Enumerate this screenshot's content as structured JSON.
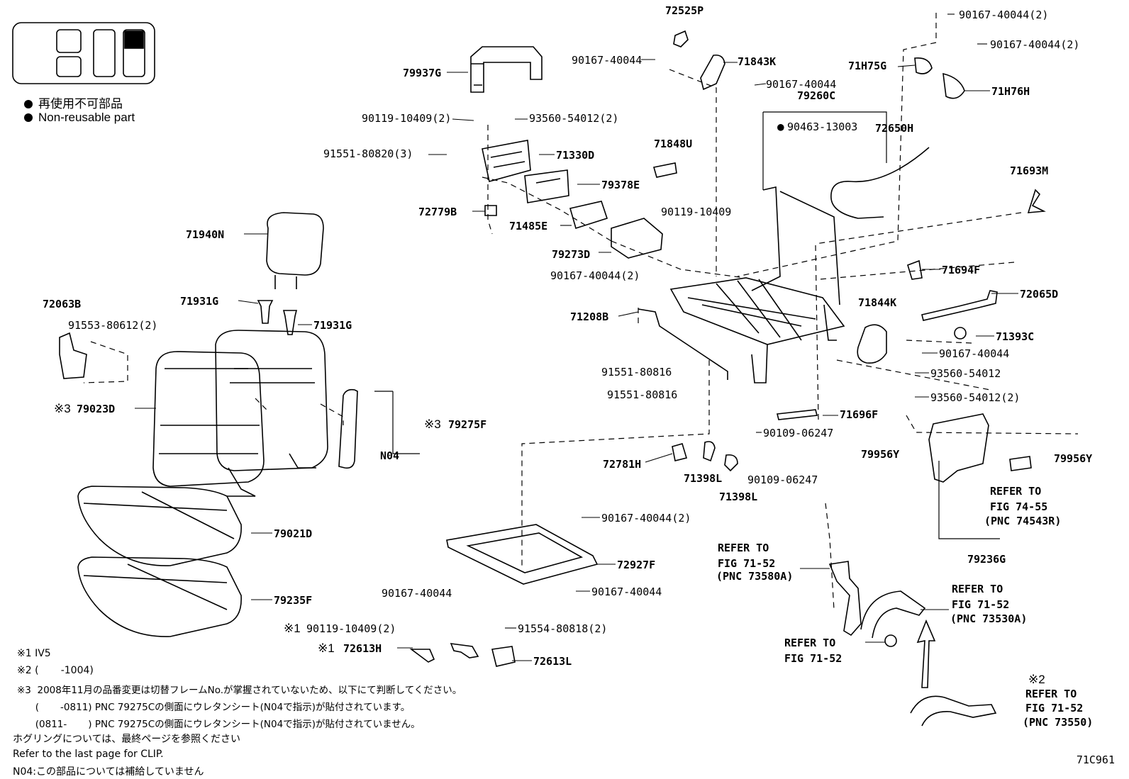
{
  "legend": {
    "jp": "再使用不可部品",
    "en": "Non-reusable part"
  },
  "labels": {
    "p72525P": "72525P",
    "p90167_40044_2a": "90167-40044(2)",
    "p90167_40044_2b": "90167-40044(2)",
    "p79937G": "79937G",
    "p90167_40044_a": "90167-40044",
    "p71843K": "71843K",
    "p71H75G": "71H75G",
    "p90167_40044_b": "90167-40044",
    "p71H76H": "71H76H",
    "p79260C": "79260C",
    "p90119_10409_2": "90119-10409(2)",
    "p93560_54012_2a": "93560-54012(2)",
    "p90463_13003": "90463-13003",
    "p72650H": "72650H",
    "p91551_80820_3": "91551-80820(3)",
    "p71330D": "71330D",
    "p71848U": "71848U",
    "p71693M": "71693M",
    "p79378E": "79378E",
    "p72779B": "72779B",
    "p71485E": "71485E",
    "p90119_10409": "90119-10409",
    "p71940N": "71940N",
    "p79273D": "79273D",
    "p90167_40044_2c": "90167-40044(2)",
    "p71694F": "71694F",
    "p71931G_a": "71931G",
    "p72063B": "72063B",
    "p71844K": "71844K",
    "p72065D": "72065D",
    "p91553_80612_2": "91553-80612(2)",
    "p71931G_b": "71931G",
    "p71208B": "71208B",
    "p71393C": "71393C",
    "p90167_40044_c": "90167-40044",
    "p91551_80816_a": "91551-80816",
    "p93560_54012": "93560-54012",
    "p91551_80816_b": "91551-80816",
    "p93560_54012_2b": "93560-54012(2)",
    "mark3a": "※3",
    "p79023D": "79023D",
    "mark3b": "※3",
    "p79275F": "79275F",
    "p71696F": "71696F",
    "p90109_06247_a": "90109-06247",
    "p79956Y_a": "79956Y",
    "p79956Y_b": "79956Y",
    "pN04": "N04",
    "p72781H": "72781H",
    "p71398L_a": "71398L",
    "p90109_06247_b": "90109-06247",
    "p71398L_b": "71398L",
    "refer1_line1": "REFER TO",
    "refer1_line2": "FIG 74-55",
    "refer1_line3": "(PNC 74543R)",
    "p79021D": "79021D",
    "p90167_40044_2d": "90167-40044(2)",
    "p79236G": "79236G",
    "p72927F": "72927F",
    "refer2_line1": "REFER TO",
    "refer2_line2": "FIG 71-52",
    "refer2_line3": "(PNC 73580A)",
    "p90167_40044_d": "90167-40044",
    "p90167_40044_e": "90167-40044",
    "p79235F": "79235F",
    "refer3_line1": "REFER TO",
    "refer3_line2": "FIG 71-52",
    "refer3_line3": "(PNC 73530A)",
    "mark1a": "※1",
    "p90119_10409_2b": "90119-10409(2)",
    "p91554_80818_2": "91554-80818(2)",
    "refer4_line1": "REFER TO",
    "refer4_line2": "FIG 71-52",
    "mark1b": "※1",
    "p72613H": "72613H",
    "p72613L": "72613L",
    "mark2": "※2",
    "refer5_line1": "REFER TO",
    "refer5_line2": "FIG 71-52",
    "refer5_line3": "(PNC 73550)"
  },
  "notes": {
    "n1": "※1 IV5",
    "n2": "※2 (       -1004)",
    "n3": "※3  2008年11月の品番変更は切替フレームNo.が掌握されていないため、以下にて判断してください。",
    "n4": "      (       -0811) PNC 79275Cの側面にウレタンシート(N04で指示)が貼付されています。",
    "n5": "      (0811-       ) PNC 79275Cの側面にウレタンシート(N04で指示)が貼付されていません。",
    "n6": "ホグリングについては、最終ページを参照ください",
    "n7": "Refer to the last page for CLIP.",
    "n8": "N04:この部品については補給していません"
  },
  "figure_code": "71C961"
}
